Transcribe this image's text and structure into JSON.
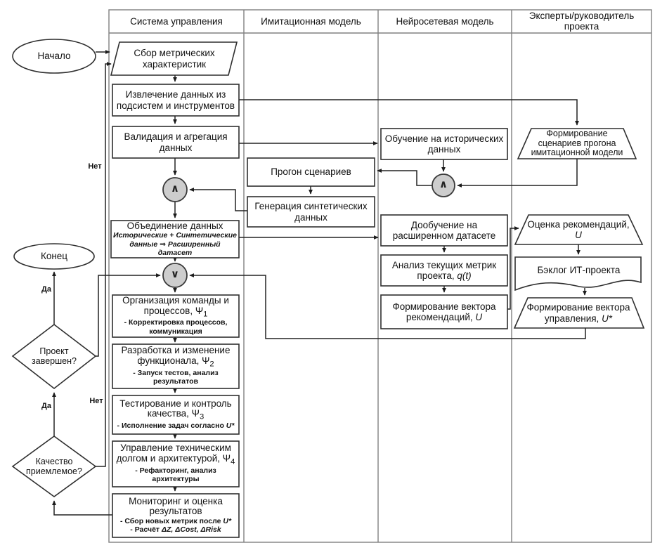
{
  "lane_headers": [
    "Система управления",
    "Имитационная модель",
    "Нейросетевая модель",
    "Эксперты/руководитель проекта"
  ],
  "terminals": {
    "start": "Начало",
    "end": "Конец"
  },
  "decisions": {
    "project_done": "Проект завершен?",
    "quality_ok": "Качество приемлемое?"
  },
  "branch_labels": {
    "yes_top": "Да",
    "yes_bottom": "Да",
    "no_top": "Нет",
    "no_bottom": "Нет"
  },
  "junctions": {
    "and_data": "∧",
    "or_control": "∨",
    "and_model": "∧"
  },
  "management": {
    "collect_metrics": "Сбор метрических характеристик",
    "extract_data": "Извлечение данных из подсистем и инструментов",
    "validate": "Валидация и агрегация данных",
    "merge_title": "Объединение данных",
    "merge_sub": "Исторические + Синтетические данные ⇒ Расширенный датасет",
    "psi1_title": "Организация команды и процессов, Ψ",
    "psi1_num": "1",
    "psi1_note": "- Корректировка процессов, коммуникация",
    "psi2_title": "Разработка и изменение функционала, Ψ",
    "psi2_num": "2",
    "psi2_note": "- Запуск тестов, анализ результатов",
    "psi3_title": "Тестирование и контроль качества, Ψ",
    "psi3_num": "3",
    "psi3_note_pre": "- Исполнение задач согласно ",
    "psi3_note_math": "U*",
    "psi4_title": "Управление техническим долгом и архитектурой, Ψ",
    "psi4_num": "4",
    "psi4_note": "- Рефакторинг, анализ архитектуры",
    "monitor_title": "Мониторинг и оценка результатов",
    "monitor_note1_pre": "- Сбор новых метрик после ",
    "monitor_note1_math": "U*",
    "monitor_note2_pre": "- Расчёт ",
    "monitor_note2_math": "ΔZ, ΔCost, ΔRisk"
  },
  "simulation": {
    "run_scenarios": "Прогон сценариев",
    "generate_synthetic": "Генерация синтетических данных"
  },
  "neural": {
    "train_historical": "Обучение на исторических данных",
    "retrain_extended": "Дообучение на расширенном датасете",
    "analyze_pre": "Анализ текущих метрик проекта, ",
    "analyze_math": "q(t)",
    "form_recommendations_pre": "Формирование вектора рекомендаций, ",
    "form_recommendations_math": "U"
  },
  "experts": {
    "form_scenarios": "Формирование сценариев прогона имитационной модели",
    "evaluate_pre": "Оценка рекомендаций, ",
    "evaluate_math": "U",
    "backlog": "Бэклог ИТ-проекта",
    "form_control_pre": "Формирование вектора управления, ",
    "form_control_math": "U*"
  },
  "colors": {
    "shape_stroke": "#2f2f2f",
    "lane_stroke": "#808080",
    "junction_fill": "#cdcdcd",
    "connector": "#222222"
  }
}
